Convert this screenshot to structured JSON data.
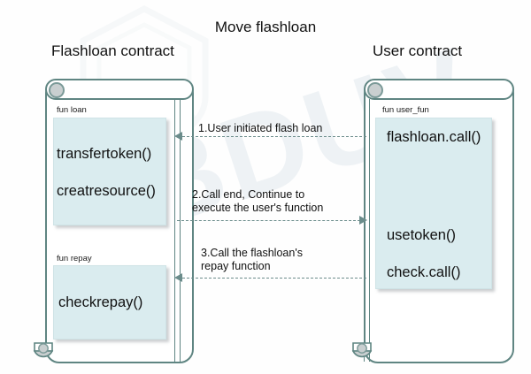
{
  "diagram": {
    "title": "Move flashloan",
    "columns": [
      {
        "header": "Flashloan contract"
      },
      {
        "header": "User contract"
      }
    ],
    "left_contract": {
      "sections": [
        {
          "fun_label": "fun loan",
          "methods": [
            "transfertoken()",
            "creatresource()"
          ]
        },
        {
          "fun_label": "fun repay",
          "methods": [
            "checkrepay()"
          ]
        }
      ]
    },
    "right_contract": {
      "sections": [
        {
          "fun_label": "fun user_fun",
          "methods": [
            "flashloan.call()",
            "usetoken()",
            "check.call()"
          ]
        }
      ]
    },
    "messages": [
      {
        "text": "1.User initiated flash loan",
        "direction": "left"
      },
      {
        "text": "2.Call end, Continue to\nexecute the user's function",
        "direction": "right"
      },
      {
        "text": "3.Call the flashloan's\nrepay function",
        "direction": "left"
      }
    ],
    "watermark": {
      "mark": "BDUV",
      "script": "security"
    },
    "colors": {
      "stroke": "#5f8582",
      "activation_fill": "#daecef",
      "message_stroke": "#6b8c8b",
      "knob_fill": "#c9cfd0",
      "background": "#fefefe"
    }
  }
}
